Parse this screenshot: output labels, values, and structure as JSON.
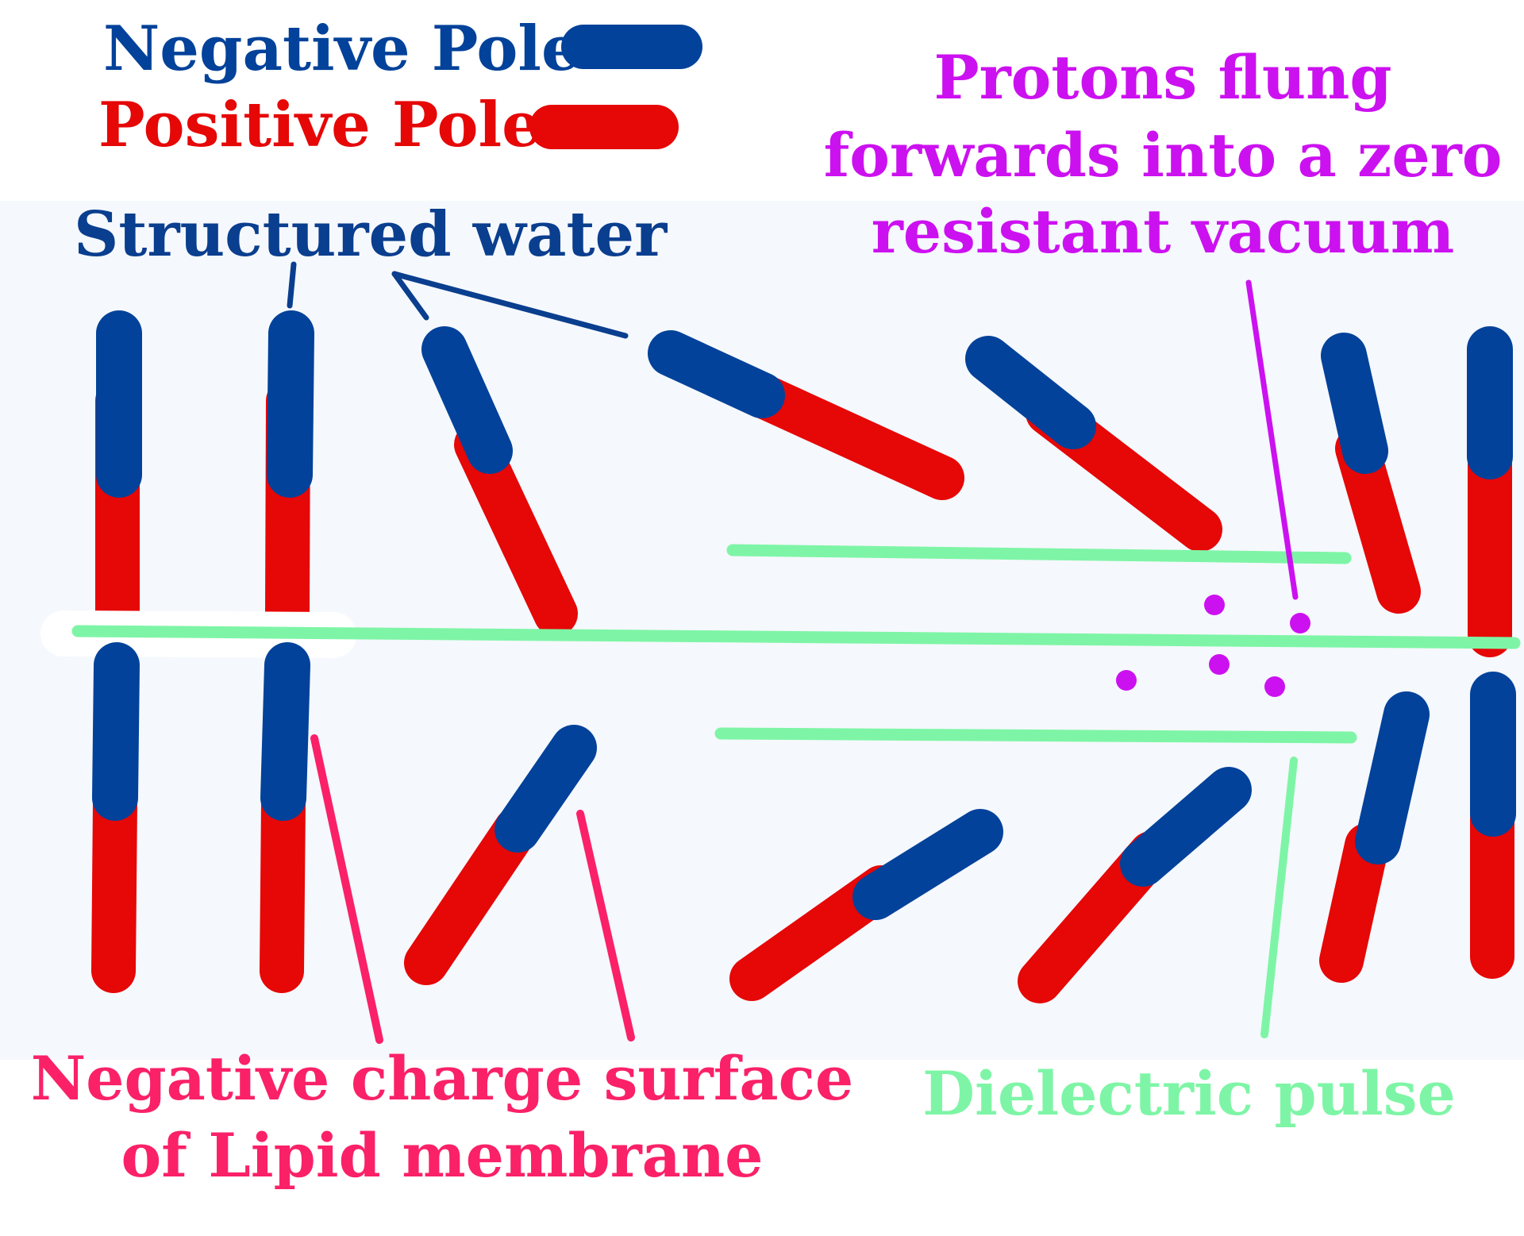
{
  "colors": {
    "negative": "#02429A",
    "positive": "#E60707",
    "structured_water": "#0A3E8E",
    "protons": "#CC11F0",
    "membrane": "#FA2168",
    "pulse": "#7EF5A6",
    "panel": "#F5F8FD"
  },
  "legend": {
    "negative_label": "Negative Pole",
    "positive_label": "Positive Pole"
  },
  "labels": {
    "structured_water": "Structured water",
    "protons_line1": "Protons flung",
    "protons_line2": "forwards into a zero",
    "protons_line3": "resistant vacuum",
    "membrane_line1": "Negative charge surface",
    "membrane_line2": "of Lipid membrane",
    "pulse": "Dielectric pulse"
  }
}
